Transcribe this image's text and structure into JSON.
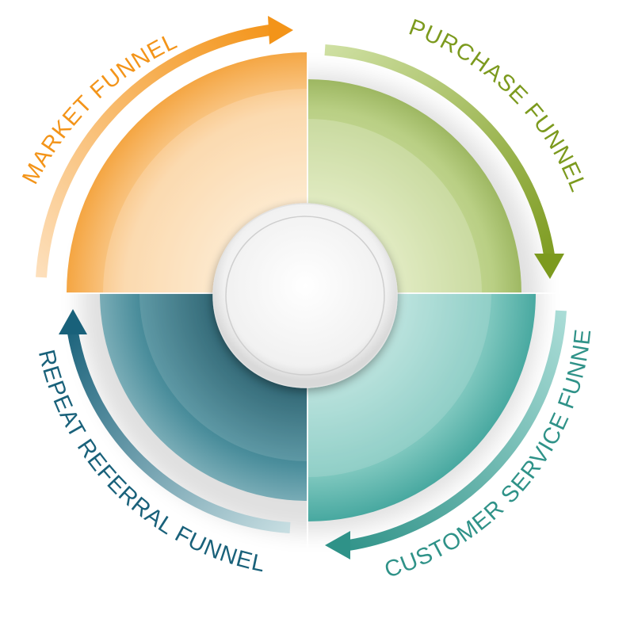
{
  "diagram": {
    "type": "cycle",
    "segments": [
      {
        "id": "market",
        "label": "MARKET FUNNEL",
        "color": "#f4a33d",
        "light": "#fde2bf",
        "arrow": "#f39419"
      },
      {
        "id": "purchase",
        "label": "PURCHASE FUNNEL",
        "color": "#8aa848",
        "light": "#cfdf9f",
        "arrow": "#7c9a1e"
      },
      {
        "id": "customer-service",
        "label": "CUSTOMER SERVICE FUNNEL",
        "color": "#3a9f97",
        "light": "#9dd6cf",
        "arrow": "#2f9288"
      },
      {
        "id": "repeat-referral",
        "label": "REPEAT REFERRAL FUNNEL",
        "color": "#1e6a7a",
        "light": "#8fbcc4",
        "arrow": "#19617a"
      }
    ],
    "center_label": ""
  }
}
